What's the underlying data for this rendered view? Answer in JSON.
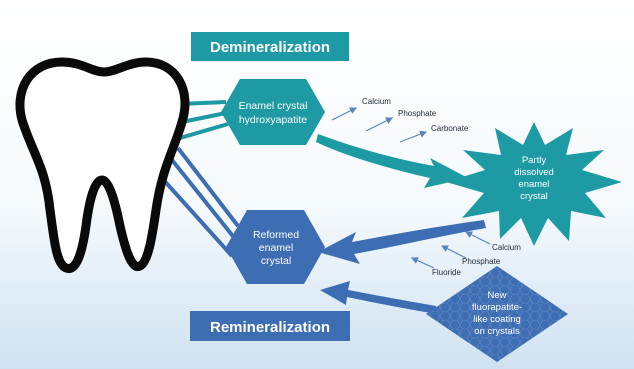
{
  "titles": {
    "demineralization": "Demineralization",
    "remineralization": "Remineralization"
  },
  "shapes": {
    "enamel_crystal": {
      "line1": "Enamel crystal",
      "line2": "hydroxyapatite"
    },
    "partly_dissolved": {
      "line1": "Partly",
      "line2": "dissolved",
      "line3": "enamel",
      "line4": "crystal"
    },
    "reformed": {
      "line1": "Reformed",
      "line2": "enamel",
      "line3": "crystal"
    },
    "new_coating": {
      "line1": "New",
      "line2": "fluorapatite-",
      "line3": "like coating",
      "line4": "on crystals"
    }
  },
  "ions": {
    "demin": {
      "calcium": "Calcium",
      "phosphate": "Phosphate",
      "carbonate": "Carbonate"
    },
    "remin": {
      "calcium": "Calcium",
      "phosphate": "Phosphate",
      "fluoride": "Fluoride"
    }
  },
  "colors": {
    "teal": "#1d9aa4",
    "blue": "#3d6db3",
    "tooth_outline": "#0a0a0a",
    "ion_arrow": "#5a86bf"
  }
}
